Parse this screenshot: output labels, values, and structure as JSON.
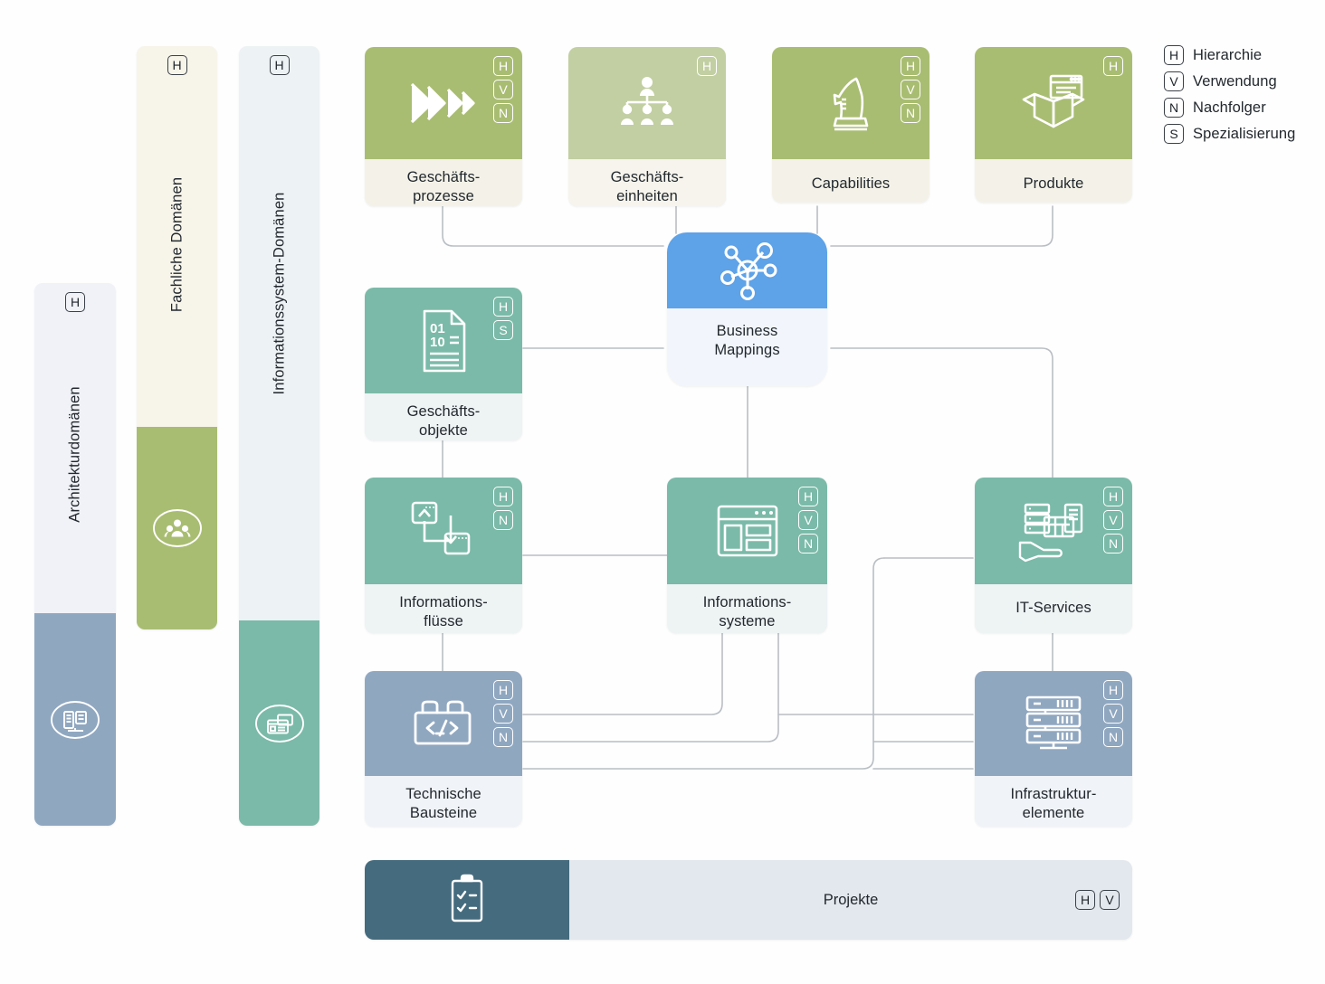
{
  "legend": {
    "items": [
      {
        "key": "H",
        "label": "Hierarchie"
      },
      {
        "key": "V",
        "label": "Verwendung"
      },
      {
        "key": "N",
        "label": "Nachfolger"
      },
      {
        "key": "S",
        "label": "Spezialisierung"
      }
    ]
  },
  "rails": [
    {
      "id": "architekturdomaenen",
      "title": "Architekturdomänen",
      "badge": "H",
      "top_color": "#f0f2f7",
      "bottom_color": "#90a7c0",
      "icon": "architecture-domain-icon"
    },
    {
      "id": "fachliche-domaenen",
      "title": "Fachliche Domänen",
      "badge": "H",
      "top_color": "#f7f4ea",
      "bottom_color": "#a9bd72",
      "icon": "business-domain-people-icon"
    },
    {
      "id": "informationssystem-domaenen",
      "title": "Informationssystem-Domänen",
      "badge": "H",
      "top_color": "#edf2f4",
      "bottom_color": "#7bbaa8",
      "icon": "information-system-domain-icon"
    }
  ],
  "cards": {
    "geschaeftsprozesse": {
      "label_line1": "Geschäfts-",
      "label_line2": "prozesse",
      "badges": [
        "H",
        "V",
        "N"
      ],
      "icon": "chevrons-process-icon",
      "icon_color": "#a9bd72"
    },
    "geschaeftseinheiten": {
      "label_line1": "Geschäfts-",
      "label_line2": "einheiten",
      "badges": [
        "H"
      ],
      "icon": "org-chart-people-icon",
      "icon_color": "#c2cfa2"
    },
    "capabilities": {
      "label_line1": "Capabilities",
      "label_line2": "",
      "badges": [
        "H",
        "V",
        "N"
      ],
      "icon": "chess-knight-icon",
      "icon_color": "#a9bd72"
    },
    "produkte": {
      "label_line1": "Produkte",
      "label_line2": "",
      "badges": [
        "H"
      ],
      "icon": "open-box-product-icon",
      "icon_color": "#a9bd72"
    },
    "business_mappings": {
      "label_line1": "Business",
      "label_line2": "Mappings",
      "badges": [],
      "icon": "network-hub-icon",
      "icon_color": "#5ea2e8"
    },
    "geschaeftsobjekte": {
      "label_line1": "Geschäfts-",
      "label_line2": "objekte",
      "badges": [
        "H",
        "S"
      ],
      "icon": "binary-document-icon",
      "icon_color": "#7bbaa8"
    },
    "informationsfluesse": {
      "label_line1": "Informations-",
      "label_line2": "flüsse",
      "badges": [
        "H",
        "N"
      ],
      "icon": "data-flow-arrows-icon",
      "icon_color": "#7bbaa8"
    },
    "informationssysteme": {
      "label_line1": "Informations-",
      "label_line2": "systeme",
      "badges": [
        "H",
        "V",
        "N"
      ],
      "icon": "application-window-icon",
      "icon_color": "#7bbaa8"
    },
    "it_services": {
      "label_line1": "IT-Services",
      "label_line2": "",
      "badges": [
        "H",
        "V",
        "N"
      ],
      "icon": "hand-serving-it-icon",
      "icon_color": "#7bbaa8"
    },
    "technische_bausteine": {
      "label_line1": "Technische",
      "label_line2": "Bausteine",
      "badges": [
        "H",
        "V",
        "N"
      ],
      "icon": "code-brick-icon",
      "icon_color": "#90a7c0"
    },
    "infrastrukturelemente": {
      "label_line1": "Infrastruktur-",
      "label_line2": "elemente",
      "badges": [
        "H",
        "V",
        "N"
      ],
      "icon": "server-rack-icon",
      "icon_color": "#90a7c0"
    }
  },
  "projekte": {
    "label": "Projekte",
    "badges": [
      "H",
      "V"
    ],
    "icon": "clipboard-checklist-icon",
    "icon_block_color": "#456b7e",
    "body_color": "#e3e8ef"
  },
  "colors": {
    "olive": "#a9bd72",
    "olive_light": "#c2cfa2",
    "teal": "#7bbaa8",
    "slate": "#90a7c0",
    "blue": "#5ea2e8",
    "dark_teal": "#456b7e",
    "connector": "#b9bec4",
    "text": "#22282e"
  }
}
